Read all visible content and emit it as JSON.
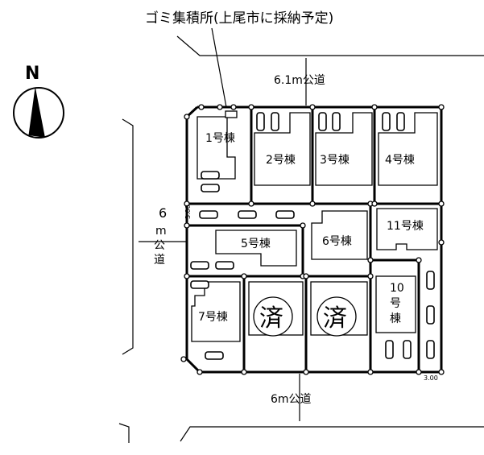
{
  "north_label": "N",
  "garbage_label": "ゴミ集積所(上尾市に採納予定)",
  "roads": {
    "top": "6.1m公道",
    "left_num": "6",
    "left_m": "m",
    "left_ko": "公",
    "left_do": "道",
    "bottom": "6m公道"
  },
  "dimensions": {
    "lane_width": "3.00",
    "strip_width": "3.00"
  },
  "lots": {
    "l1": "1号棟",
    "l2": "2号棟",
    "l3": "3号棟",
    "l4": "4号棟",
    "l5": "5号棟",
    "l6": "6号棟",
    "l11": "11号棟",
    "l7": "7号棟",
    "l10_a": "10",
    "l10_b": "号",
    "l10_c": "棟",
    "sold_a": "済",
    "sold_b": "済"
  }
}
